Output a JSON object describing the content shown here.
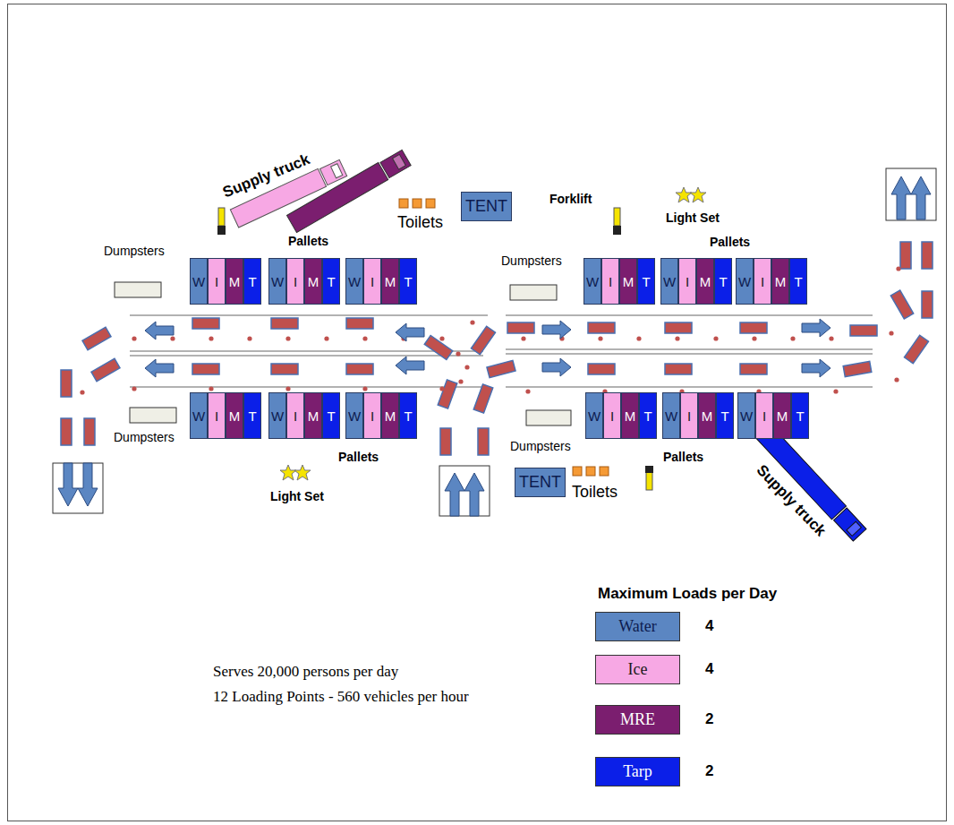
{
  "diagram": {
    "nodes": [
      {
        "text": [
          "TENT"
        ]
      },
      {
        "text": [
          "W"
        ]
      },
      {
        "text": [
          "I"
        ]
      },
      {
        "text": [
          "M"
        ]
      },
      {
        "text": [
          "T"
        ]
      },
      {
        "text": [
          "W"
        ]
      },
      {
        "text": [
          "I"
        ]
      },
      {
        "text": [
          "M"
        ]
      },
      {
        "text": [
          "T"
        ]
      },
      {
        "text": [
          "W"
        ]
      },
      {
        "text": [
          "I"
        ]
      },
      {
        "text": [
          "M"
        ]
      },
      {
        "text": [
          "T"
        ]
      },
      {
        "text": [
          "W"
        ]
      },
      {
        "text": [
          "I"
        ]
      },
      {
        "text": [
          "M"
        ]
      },
      {
        "text": [
          "T"
        ]
      },
      {
        "text": [
          "W"
        ]
      },
      {
        "text": [
          "I"
        ]
      },
      {
        "text": [
          "M"
        ]
      },
      {
        "text": [
          "T"
        ]
      },
      {
        "text": [
          "W"
        ]
      },
      {
        "text": [
          "I"
        ]
      },
      {
        "text": [
          "M"
        ]
      },
      {
        "text": [
          "T"
        ]
      },
      {
        "text": [
          "W"
        ]
      },
      {
        "text": [
          "I"
        ]
      },
      {
        "text": [
          "M"
        ]
      },
      {
        "text": [
          "T"
        ]
      },
      {
        "text": [
          "W"
        ]
      },
      {
        "text": [
          "I"
        ]
      },
      {
        "text": [
          "M"
        ]
      },
      {
        "text": [
          "T"
        ]
      },
      {
        "text": [
          "W"
        ]
      },
      {
        "text": [
          "I"
        ]
      },
      {
        "text": [
          "M"
        ]
      },
      {
        "text": [
          "T"
        ]
      },
      {
        "text": [
          "W"
        ]
      },
      {
        "text": [
          "I"
        ]
      },
      {
        "text": [
          "M"
        ]
      },
      {
        "text": [
          "T"
        ]
      },
      {
        "text": [
          "W"
        ]
      },
      {
        "text": [
          "I"
        ]
      },
      {
        "text": [
          "M"
        ]
      },
      {
        "text": [
          "T"
        ]
      },
      {
        "text": [
          "W"
        ]
      },
      {
        "text": [
          "I"
        ]
      },
      {
        "text": [
          "M"
        ]
      },
      {
        "text": [
          "T"
        ]
      },
      {
        "text": [
          "TENT"
        ]
      }
    ],
    "labels": [
      "Supply truck",
      "Toilets",
      "Forklift",
      "Light Set",
      "Dumpsters",
      "Pallets",
      "Dumpsters",
      "Pallets",
      "Dumpsters",
      "Dumpsters",
      "Pallets",
      "Pallets",
      "Light Set",
      "Toilets",
      "Supply truck",
      "Maximum Loads per Day",
      "4",
      "4",
      "2",
      "2",
      "Serves 20,000 persons per day",
      "12 Loading Points - 560 vehicles per hour"
    ],
    "legend": [
      {
        "text": "Water",
        "color": "#5b86c2"
      },
      {
        "text": "Ice",
        "color": "#f7a8e4"
      },
      {
        "text": "MRE",
        "color": "#7b1e6f"
      },
      {
        "text": "Tarp",
        "color": "#0b1fe8"
      }
    ]
  }
}
